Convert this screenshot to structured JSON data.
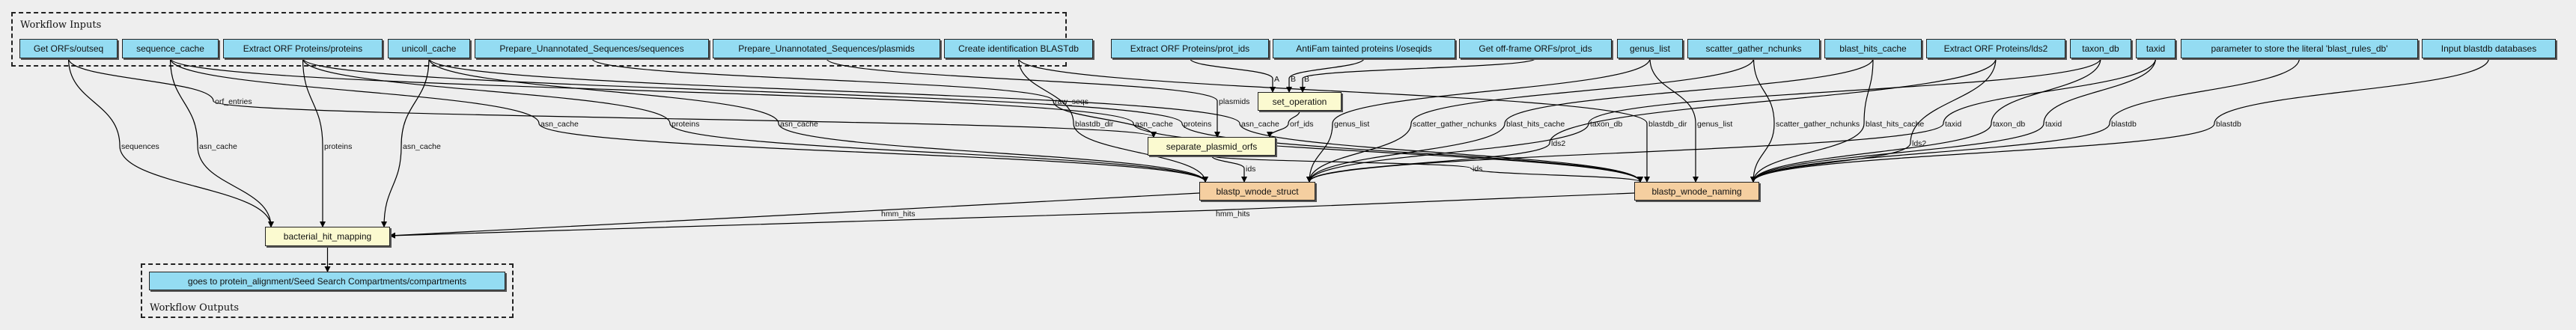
{
  "clusters": {
    "inputs": "Workflow Inputs",
    "outputs": "Workflow Outputs"
  },
  "colors": {
    "input": "#94dcf2",
    "step": "#fbfad0",
    "subworkflow": "#f5cfa0",
    "background": "#eeeeee"
  },
  "nodes": {
    "outseq": "Get ORFs/outseq",
    "seqcache": "sequence_cache",
    "proteins": "Extract ORF Proteins/proteins",
    "unicoll": "unicoll_cache",
    "prepseq": "Prepare_Unannotated_Sequences/sequences",
    "plasmids": "Prepare_Unannotated_Sequences/plasmids",
    "createdb": "Create identification BLASTdb",
    "protids": "Extract ORF Proteins/prot_ids",
    "antifam": "AntiFam tainted proteins I/oseqids",
    "offframe": "Get off-frame ORFs/prot_ids",
    "genus": "genus_list",
    "scatter": "scatter_gather_nchunks",
    "bhc": "blast_hits_cache",
    "lds2": "Extract ORF Proteins/lds2",
    "taxondb": "taxon_db",
    "taxid": "taxid",
    "param": "parameter to store the literal 'blast_rules_db'",
    "inputdb": "Input blastdb databases",
    "setop": "set_operation",
    "spo": "separate_plasmid_orfs",
    "struct": "blastp_wnode_struct",
    "naming": "blastp_wnode_naming",
    "bhm": "bacterial_hit_mapping",
    "output": "goes to protein_alignment/Seed Search Compartments/compartments"
  },
  "edges": [
    {
      "from": "outseq",
      "to": "bhm",
      "label": "sequences"
    },
    {
      "from": "seqcache",
      "to": "bhm",
      "label": "asn_cache"
    },
    {
      "from": "proteins",
      "to": "bhm",
      "label": "proteins"
    },
    {
      "from": "unicoll",
      "to": "bhm",
      "label": "asn_cache"
    },
    {
      "from": "outseq",
      "to": "spo",
      "label": "orf_entries"
    },
    {
      "from": "seqcache",
      "to": "struct",
      "label": "asn_cache"
    },
    {
      "from": "proteins",
      "to": "struct",
      "label": "proteins"
    },
    {
      "from": "unicoll",
      "to": "struct",
      "label": "asn_cache"
    },
    {
      "from": "prepseq",
      "to": "spo",
      "label": "raw_seqs"
    },
    {
      "from": "createdb",
      "to": "struct",
      "label": "blastdb_dir"
    },
    {
      "from": "seqcache",
      "to": "naming",
      "label": "asn_cache"
    },
    {
      "from": "proteins",
      "to": "naming",
      "label": "proteins"
    },
    {
      "from": "plasmids",
      "to": "spo",
      "label": "plasmids"
    },
    {
      "from": "unicoll",
      "to": "naming",
      "label": "asn_cache"
    },
    {
      "from": "setop",
      "to": "spo",
      "label": "orf_ids"
    },
    {
      "from": "genus",
      "to": "struct",
      "label": "genus_list"
    },
    {
      "from": "scatter",
      "to": "struct",
      "label": "scatter_gather_nchunks"
    },
    {
      "from": "bhc",
      "to": "struct",
      "label": "blast_hits_cache"
    },
    {
      "from": "lds2",
      "to": "struct",
      "label": "lds2"
    },
    {
      "from": "taxondb",
      "to": "struct",
      "label": "taxon_db"
    },
    {
      "from": "createdb",
      "to": "naming",
      "label": "blastdb_dir"
    },
    {
      "from": "genus",
      "to": "naming",
      "label": "genus_list"
    },
    {
      "from": "scatter",
      "to": "naming",
      "label": "scatter_gather_nchunks"
    },
    {
      "from": "bhc",
      "to": "naming",
      "label": "blast_hits_cache"
    },
    {
      "from": "lds2",
      "to": "naming",
      "label": "lds2"
    },
    {
      "from": "taxid",
      "to": "struct",
      "label": "taxid"
    },
    {
      "from": "taxondb",
      "to": "naming",
      "label": "taxon_db"
    },
    {
      "from": "taxid",
      "to": "naming",
      "label": "taxid"
    },
    {
      "from": "param",
      "to": "naming",
      "label": "blastdb"
    },
    {
      "from": "inputdb",
      "to": "naming",
      "label": "blastdb"
    },
    {
      "from": "protids",
      "to": "setop",
      "label": "A"
    },
    {
      "from": "antifam",
      "to": "setop",
      "label": "B"
    },
    {
      "from": "offframe",
      "to": "setop",
      "label": "B"
    },
    {
      "from": "spo",
      "to": "struct",
      "label": "ids"
    },
    {
      "from": "spo",
      "to": "naming",
      "label": "ids"
    },
    {
      "from": "struct",
      "to": "bhm",
      "label": "hmm_hits"
    },
    {
      "from": "naming",
      "to": "bhm",
      "label": "hmm_hits"
    },
    {
      "from": "bhm",
      "to": "output",
      "label": ""
    }
  ]
}
